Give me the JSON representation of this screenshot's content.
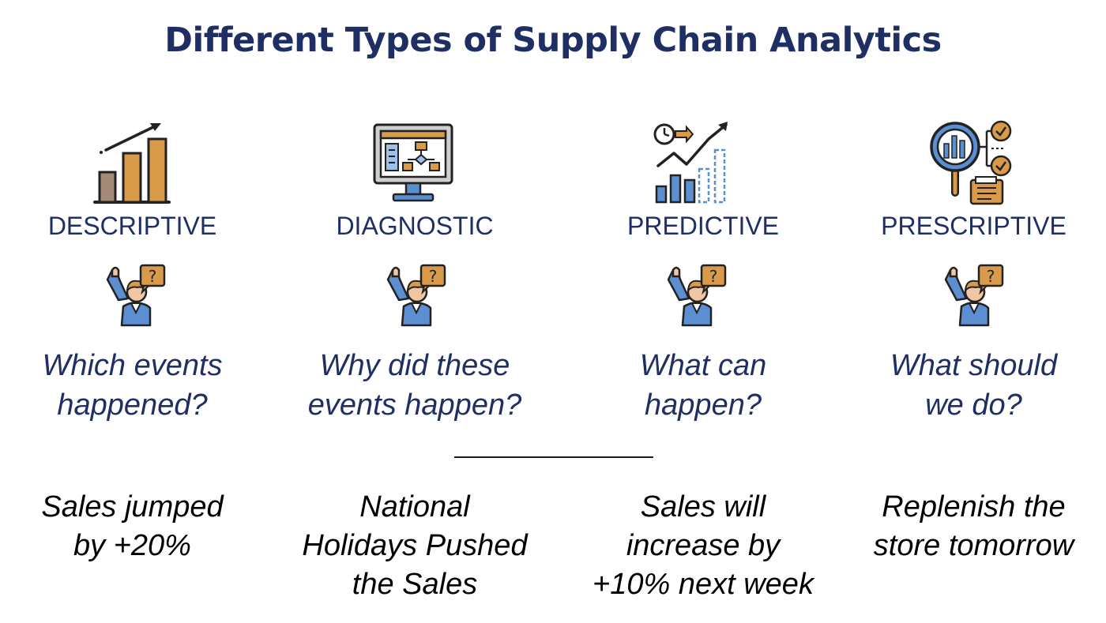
{
  "title": "Different Types of Supply Chain Analytics",
  "colors": {
    "heading": "#1f2f63",
    "answer_text": "#000000",
    "accent_orange": "#d99a4a",
    "accent_blue": "#5b8fd1"
  },
  "columns": [
    {
      "name": "DESCRIPTIVE",
      "icon": "bar-chart-growth-icon",
      "person_icon": "person-question-icon",
      "question": [
        "Which events",
        "happened?"
      ],
      "answer": [
        "Sales jumped",
        "by +20%"
      ]
    },
    {
      "name": "DIAGNOSTIC",
      "icon": "computer-flowchart-icon",
      "person_icon": "person-question-icon",
      "question": [
        "Why did these",
        "events happen?"
      ],
      "answer": [
        "National",
        "Holidays Pushed",
        "the Sales"
      ]
    },
    {
      "name": "PREDICTIVE",
      "icon": "forecast-chart-icon",
      "person_icon": "person-question-icon",
      "question": [
        "What can",
        "happen?"
      ],
      "answer": [
        "Sales will",
        "increase by",
        "+10% next week"
      ]
    },
    {
      "name": "PRESCRIPTIVE",
      "icon": "magnifier-checklist-icon",
      "person_icon": "person-question-icon",
      "question": [
        "What should",
        "we do?"
      ],
      "answer": [
        "Replenish the",
        "store tomorrow"
      ]
    }
  ]
}
